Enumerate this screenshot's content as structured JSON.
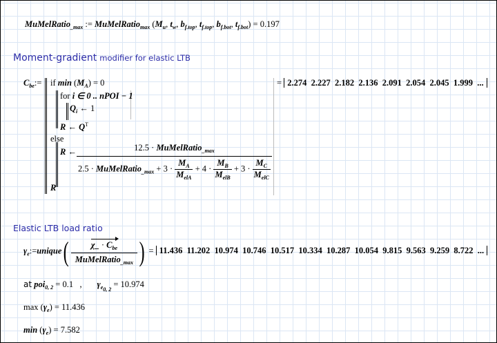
{
  "line1": {
    "lhs": "MuMelRatio",
    "lhs_sub": "_max",
    "def": ":=",
    "fn": "MuMelRatio",
    "fn_sub": "max",
    "args": [
      {
        "v": "M",
        "s": "u"
      },
      {
        "v": "t",
        "s": "w"
      },
      {
        "v": "b",
        "s": "f.top"
      },
      {
        "v": "t",
        "s": "f.top"
      },
      {
        "v": "b",
        "s": "f.bot"
      },
      {
        "v": "t",
        "s": "f.bot"
      }
    ],
    "result": "= 0.197"
  },
  "heading1": {
    "big": "Moment-gradient",
    "small": "modifier for elastic LTB"
  },
  "cbe": {
    "lhs": "C",
    "lhs_sub": "be",
    "def": ":=",
    "if_kw": "if",
    "cond_fn": "min",
    "cond_arg": "M",
    "cond_sub": "A",
    "cond_rhs": ") = 0",
    "for_kw": "for",
    "for_var": "i ∈ 0 .. nPOI − 1",
    "q": "Q",
    "q_sub": "i",
    "q_rhs": "← 1",
    "r1": "R ← Q",
    "r1_sup": "T",
    "else_kw": "else",
    "r2": "R ←",
    "num_coef": "12.5 ·",
    "num_var": "MuMelRatio",
    "num_sub": "_max",
    "den_coef": "2.5 ·",
    "den_var": "MuMelRatio",
    "den_sub": "_max",
    "t1": "+ 3 ·",
    "t2": "+ 4 ·",
    "t3": "+ 3 ·",
    "ma": "M",
    "ma_s": "A",
    "mea": "M",
    "mea_s": "elA",
    "mb": "M",
    "mb_s": "B",
    "meb": "M",
    "meb_s": "elB",
    "mc": "M",
    "mc_s": "C",
    "mec": "M",
    "mec_s": "elC",
    "r3": "R",
    "result": [
      "2.274",
      "2.227",
      "2.182",
      "2.136",
      "2.091",
      "2.054",
      "2.045",
      "1.999",
      "..."
    ]
  },
  "heading2": {
    "big": "Elastic LTB",
    "small": "load ratio"
  },
  "gamma": {
    "lhs": "γ",
    "lhs_sub": "e",
    "def": ":=",
    "fn": "unique",
    "num_a": "χ_",
    "num_dot": "·",
    "num_c": "C",
    "num_c_sub": "be",
    "den": "MuMelRatio",
    "den_sub": "_max",
    "result": [
      "11.436",
      "11.202",
      "10.974",
      "10.746",
      "10.517",
      "10.334",
      "10.287",
      "10.054",
      "9.815",
      "9.563",
      "9.259",
      "8.722",
      "..."
    ]
  },
  "poi": {
    "at": "at",
    "var": "poi",
    "sub": "0, 2",
    "val": "= 0.1",
    "sep": ",",
    "g": "γ",
    "g_sub": "e",
    "g_subsub": "0, 2",
    "g_val": "= 10.974"
  },
  "max": {
    "fn": "max",
    "arg": "γ",
    "arg_sub": "e",
    "val": "= 11.436"
  },
  "min": {
    "fn": "min",
    "arg": "γ",
    "arg_sub": "e",
    "val": "= 7.582"
  }
}
